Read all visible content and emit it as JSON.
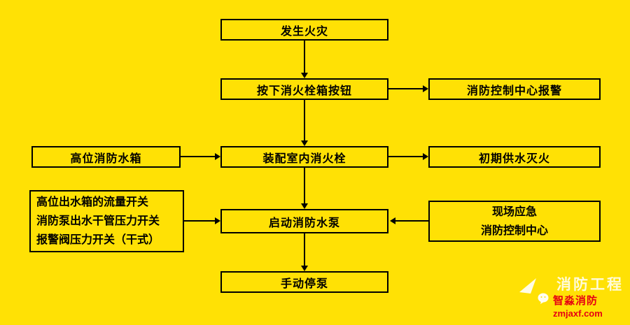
{
  "diagram": {
    "colors": {
      "background": "#FFE105",
      "border": "#000000",
      "text": "#000000"
    },
    "nodes": {
      "fire": "发生火灾",
      "press": "按下消火栓箱按钮",
      "alarm": "消防控制中心报警",
      "tank": "高位消防水箱",
      "hydrant": "装配室内消火栓",
      "initial": "初期供水灭火",
      "switch1": "高位出水箱的流量开关",
      "switch2": "消防泵出水干管压力开关",
      "switch3": "报警阀压力开关（干式）",
      "pump": "启动消防水泵",
      "onsite1": "现场应急",
      "onsite2": "消防控制中心",
      "stop": "手动停泵"
    }
  },
  "watermark": {
    "title": "消防工程",
    "brand": "智淼消防",
    "site": "zmjaxf.com",
    "brand_color": "#e60012"
  }
}
